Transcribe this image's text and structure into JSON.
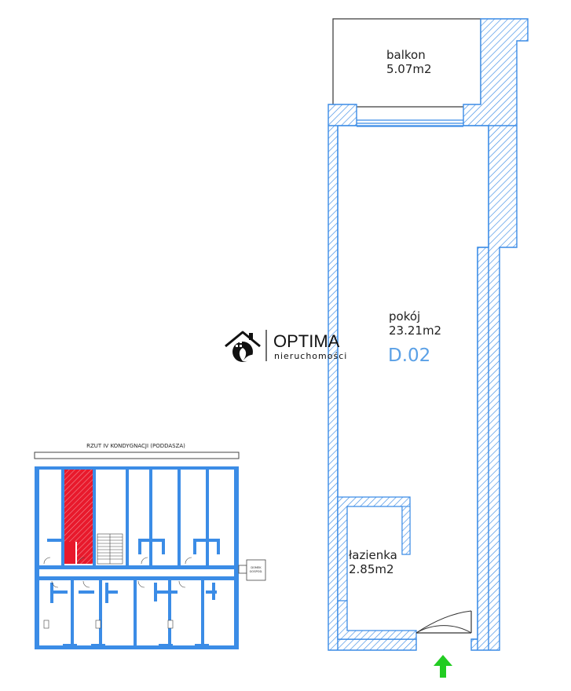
{
  "rooms": {
    "balcony": {
      "name": "balkon",
      "area": "5.07m2"
    },
    "room": {
      "name": "pokój",
      "area": "23.21m2"
    },
    "bathroom": {
      "name": "łazienka",
      "area": "2.85m2"
    }
  },
  "unit_code": "D.02",
  "logo": {
    "name": "OPTIMA",
    "tagline": "nieruchomości"
  },
  "key_plan": {
    "title": "RZUT IV KONDYGNACJI (PODDASZA)",
    "annex_label_line1": "DOMEK",
    "annex_label_line2": "GOSPOD."
  },
  "colors": {
    "wall": "#3b8ce6",
    "wall_light": "#8ec0f2",
    "highlight": "#e8192c",
    "entrance_arrow": "#22cc22",
    "text": "#222222",
    "unit_code": "#5aa0e6"
  },
  "icons": [
    "house-icon",
    "entrance-arrow-icon",
    "door-swing-icon"
  ]
}
